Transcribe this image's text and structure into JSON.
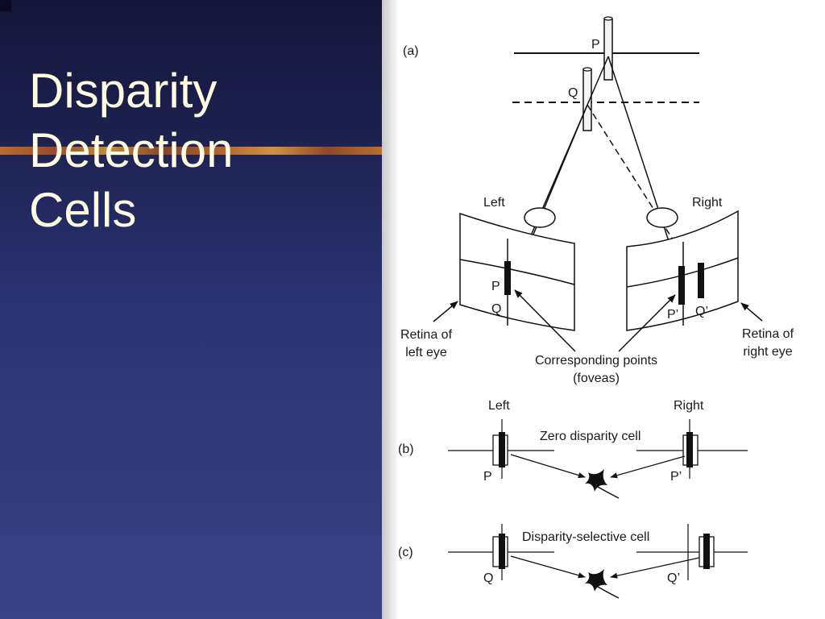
{
  "slide": {
    "title_lines": [
      "Disparity",
      "Detection",
      "Cells"
    ]
  },
  "diagram": {
    "panel_a": {
      "label": "(a)",
      "point_p": "P",
      "point_q": "Q",
      "left_label": "Left",
      "right_label": "Right",
      "left_retina_p": "P",
      "left_retina_q": "Q",
      "right_retina_p": "P’",
      "right_retina_q": "Q’",
      "retina_left_line1": "Retina of",
      "retina_left_line2": "left eye",
      "retina_right_line1": "Retina of",
      "retina_right_line2": "right eye",
      "corresponding_line1": "Corresponding points",
      "corresponding_line2": "(foveas)"
    },
    "panel_b": {
      "label": "(b)",
      "left_label": "Left",
      "right_label": "Right",
      "cell_label": "Zero disparity cell",
      "left_point": "P",
      "right_point": "P’"
    },
    "panel_c": {
      "label": "(c)",
      "cell_label": "Disparity-selective cell",
      "left_point": "Q",
      "right_point": "Q’"
    }
  },
  "colors": {
    "title": "#fffbe0",
    "panel_top": "#141538",
    "panel_bottom": "#3a4386"
  }
}
